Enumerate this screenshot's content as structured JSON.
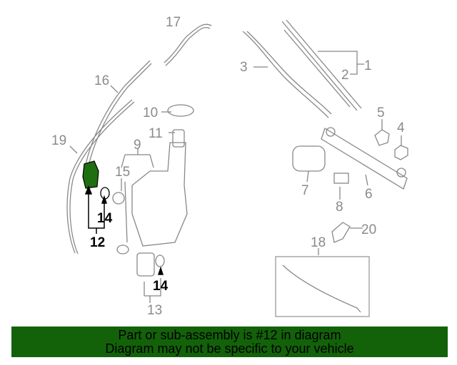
{
  "callouts": {
    "c1": "1",
    "c2": "2",
    "c3": "3",
    "c4": "4",
    "c5": "5",
    "c6": "6",
    "c7": "7",
    "c8": "8",
    "c9": "9",
    "c10": "10",
    "c11": "11",
    "c12": "12",
    "c13": "13",
    "c14a": "14",
    "c14b": "14",
    "c15": "15",
    "c16": "16",
    "c17": "17",
    "c18": "18",
    "c19": "19",
    "c20": "20"
  },
  "highlight_color": "#13620a",
  "banner": {
    "line1": "Part or sub-assembly is #12 in diagram",
    "line2": "Diagram may not be specific to your vehicle"
  }
}
